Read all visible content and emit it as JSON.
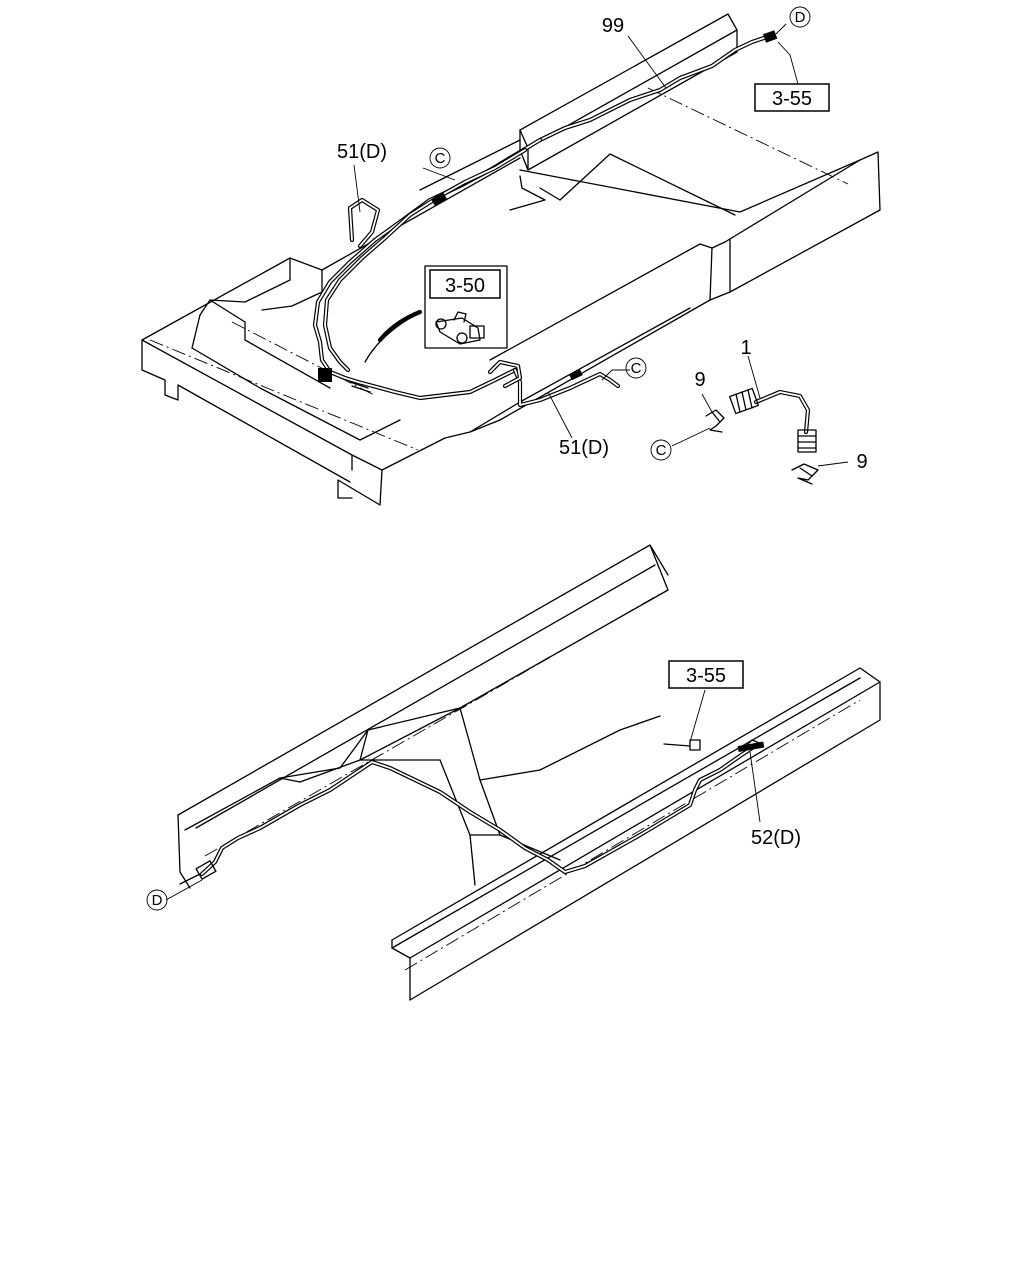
{
  "callouts": {
    "part_99": "99",
    "part_51_upper": "51(D)",
    "part_51_lower": "51(D)",
    "part_1": "1",
    "part_9_left": "9",
    "part_9_right": "9",
    "part_52": "52(D)"
  },
  "references": {
    "ref_3_55_top": "3-55",
    "ref_3_50": "3-50",
    "ref_3_55_bottom": "3-55"
  },
  "connection_markers": {
    "d_top": "D",
    "c_upper": "C",
    "c_right": "C",
    "c_left": "C",
    "d_bottom": "D"
  }
}
